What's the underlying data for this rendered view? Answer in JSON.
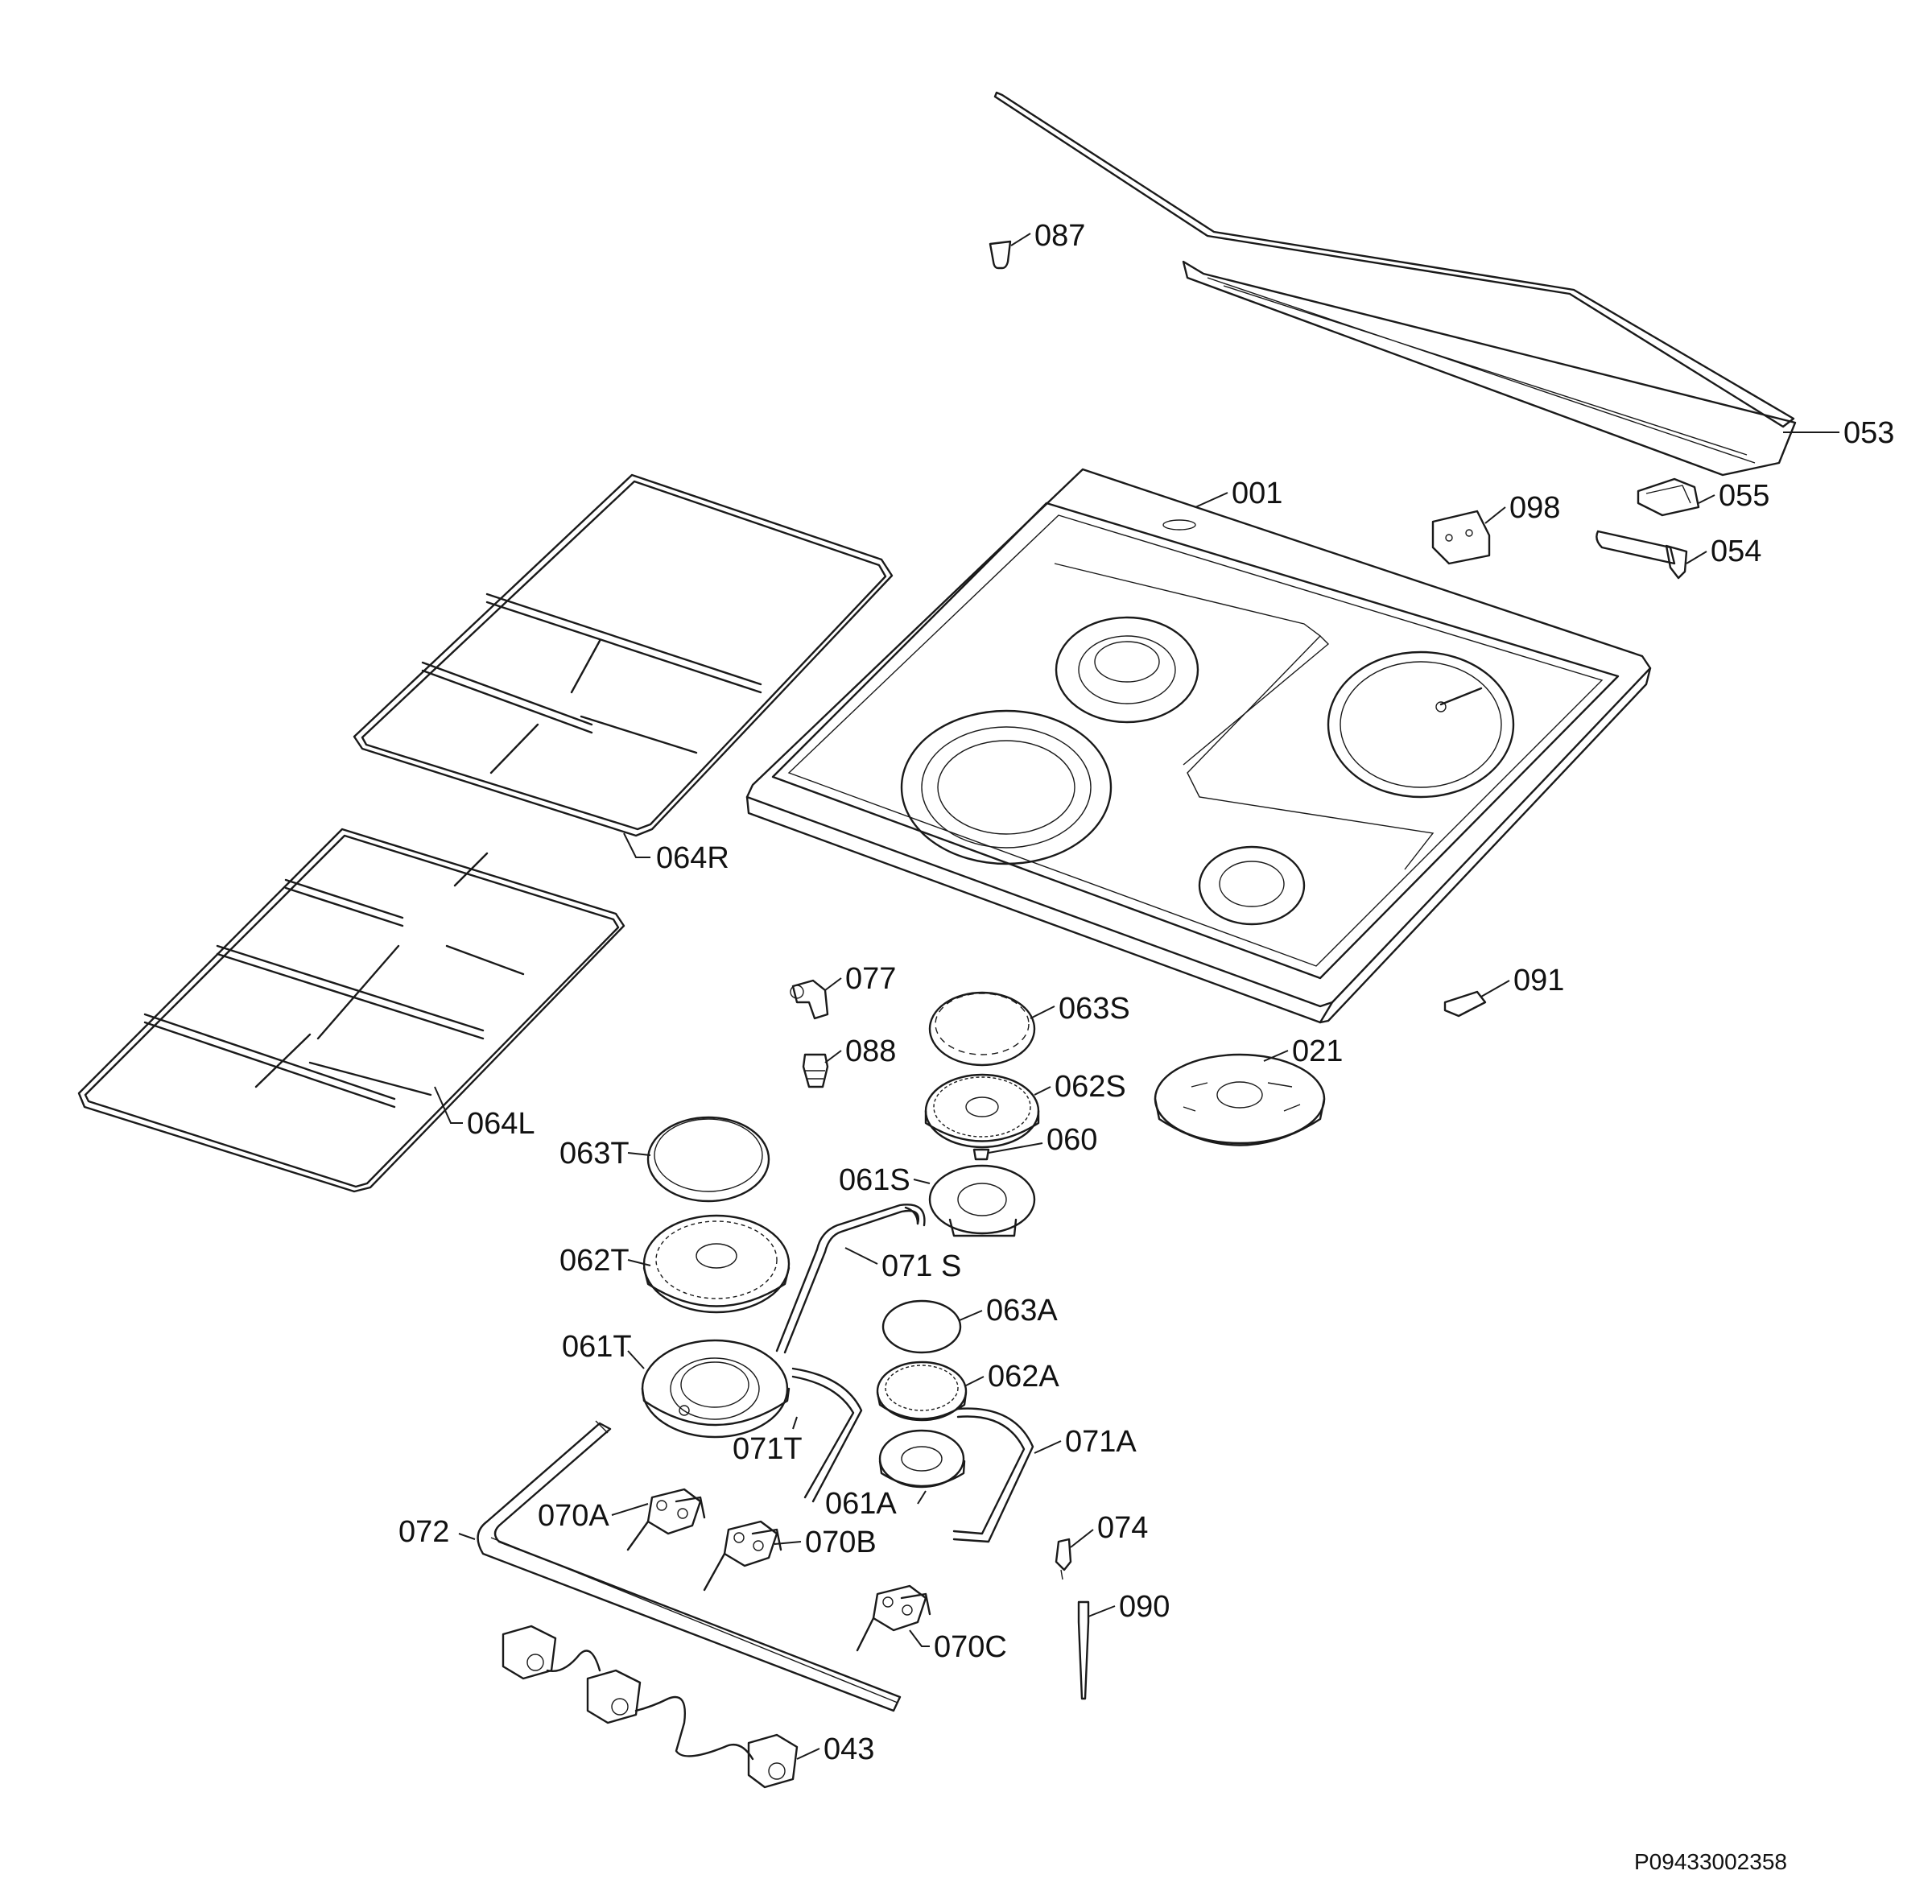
{
  "labels": {
    "l001": "001",
    "l021": "021",
    "l043": "043",
    "l053": "053",
    "l054": "054",
    "l055": "055",
    "l060": "060",
    "l061A": "061A",
    "l061S": "061S",
    "l061T": "061T",
    "l062A": "062A",
    "l062S": "062S",
    "l062T": "062T",
    "l063A": "063A",
    "l063S": "063S",
    "l063T": "063T",
    "l064L": "064L",
    "l064R": "064R",
    "l070A": "070A",
    "l070B": "070B",
    "l070C": "070C",
    "l071A": "071A",
    "l071S": "071 S",
    "l071T": "071T",
    "l072": "072",
    "l074": "074",
    "l077": "077",
    "l087": "087",
    "l088": "088",
    "l090": "090",
    "l091": "091",
    "l098": "098"
  },
  "drawing_code": "P09433002358",
  "colors": {
    "line": "#1a1a1a",
    "background": "#ffffff"
  }
}
